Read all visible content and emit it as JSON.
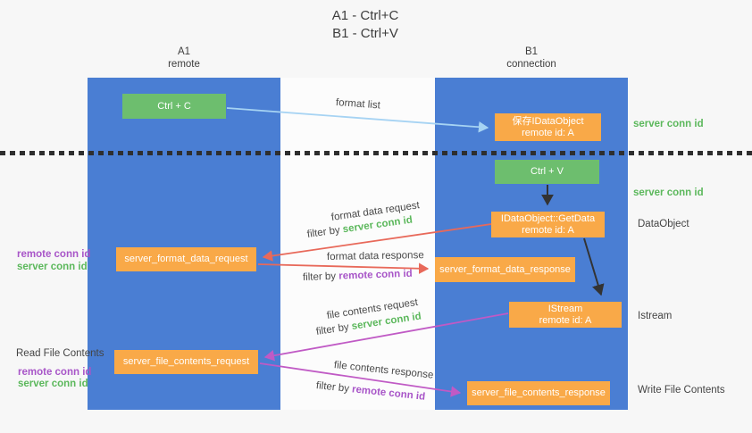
{
  "title": {
    "line1": "A1 - Ctrl+C",
    "line2": "B1 - Ctrl+V"
  },
  "lifelines": {
    "left": {
      "name": "A1",
      "role": "remote"
    },
    "right": {
      "name": "B1",
      "role": "connection"
    }
  },
  "nodes": {
    "ctrl_c": {
      "label": "Ctrl + C"
    },
    "ctrl_v": {
      "label": "Ctrl + V"
    },
    "save_idataobject": {
      "line1": "保存IDataObject",
      "line2": "remote id: A"
    },
    "idataobject_getdata": {
      "line1": "IDataObject::GetData",
      "line2": "remote id: A"
    },
    "istream": {
      "line1": "IStream",
      "line2": "remote id: A"
    },
    "server_format_data_request": {
      "label": "server_format_data_request"
    },
    "server_format_data_response": {
      "label": "server_format_data_response"
    },
    "server_file_contents_request": {
      "label": "server_file_contents_request"
    },
    "server_file_contents_response": {
      "label": "server_file_contents_response"
    }
  },
  "arrows": {
    "format_list": {
      "label": "format list"
    },
    "format_data_request": {
      "label": "format data request",
      "filter_prefix": "filter by",
      "filter_key": "server conn id"
    },
    "format_data_response": {
      "label": "format data response",
      "filter_prefix": "filter by",
      "filter_key": "remote conn id"
    },
    "file_contents_request": {
      "label": "file contents request",
      "filter_prefix": "filter by",
      "filter_key": "server conn id"
    },
    "file_contents_response": {
      "label": "file contents response",
      "filter_prefix": "filter by",
      "filter_key": "remote conn id"
    }
  },
  "side_labels": {
    "right_server_conn_id_top": "server conn id",
    "right_server_conn_id_mid": "server conn id",
    "dataobject": "DataObject",
    "istream": "Istream",
    "write_file_contents": "Write File Contents",
    "left_remote_conn_id_top": "remote conn id",
    "left_server_conn_id_top": "server conn id",
    "read_file_contents": "Read File Contents",
    "left_remote_conn_id_bottom": "remote conn id",
    "left_server_conn_id_bottom": "server conn id"
  },
  "colors": {
    "background": "#f7f7f7",
    "lifeline_blue": "#4a7ed3",
    "node_green": "#6dbe6e",
    "node_orange": "#f9a948",
    "arrow_salmon": "#e8695a",
    "arrow_magenta": "#c05ac5",
    "arrow_lightblue": "#a6d3f3",
    "arrow_black": "#333333",
    "label_green": "#5cb85c",
    "label_purple": "#a855c8"
  }
}
